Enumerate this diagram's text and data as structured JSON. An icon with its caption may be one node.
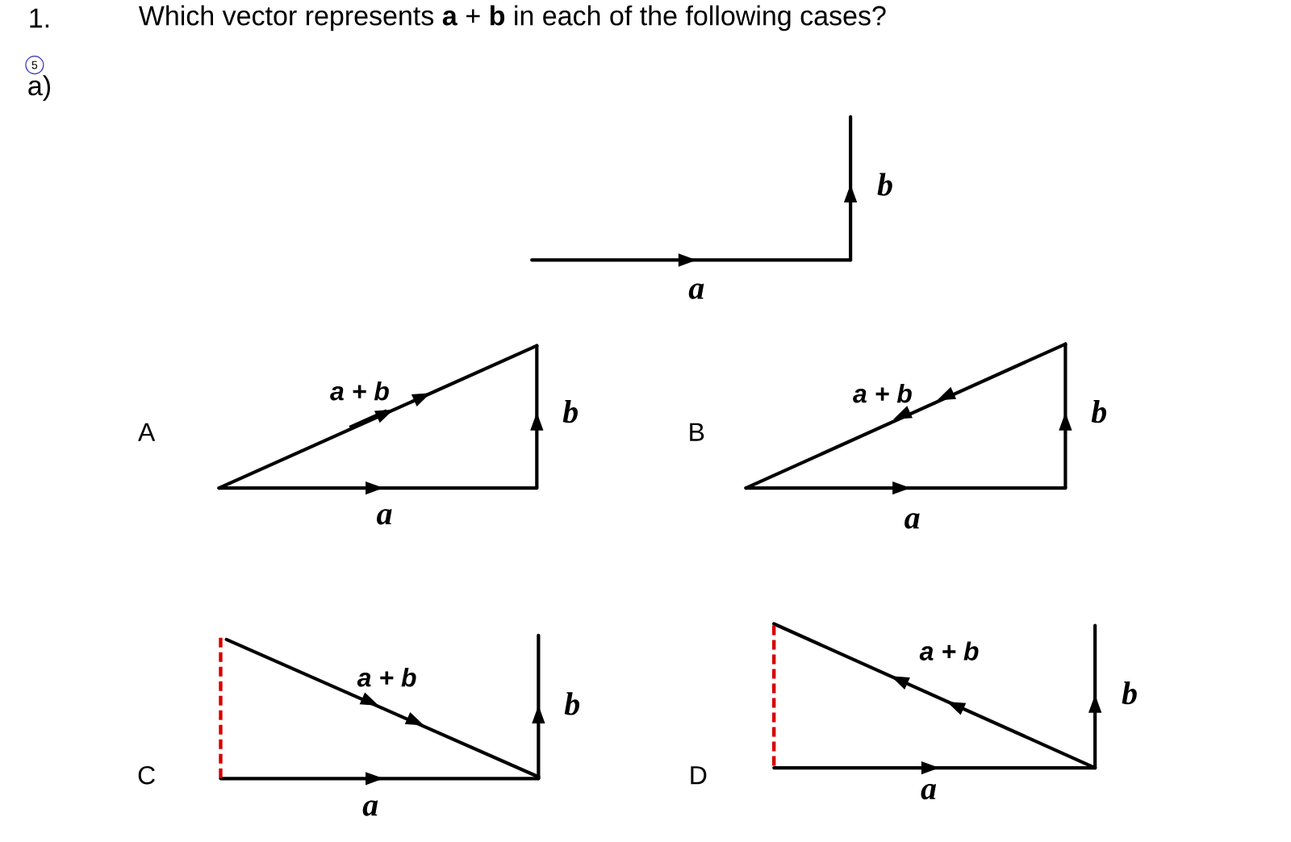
{
  "diagram": {
    "title": "Which vector represents **a** + **b** in each of the following cases?",
    "labels": [
      "1.",
      "5",
      "a)",
      "b",
      "a",
      "A",
      "a + b",
      "b",
      "a",
      "B",
      "a + b",
      "b",
      "a",
      "a + b",
      "b",
      "C",
      "a",
      "a + b",
      "b",
      "D",
      "a"
    ]
  }
}
